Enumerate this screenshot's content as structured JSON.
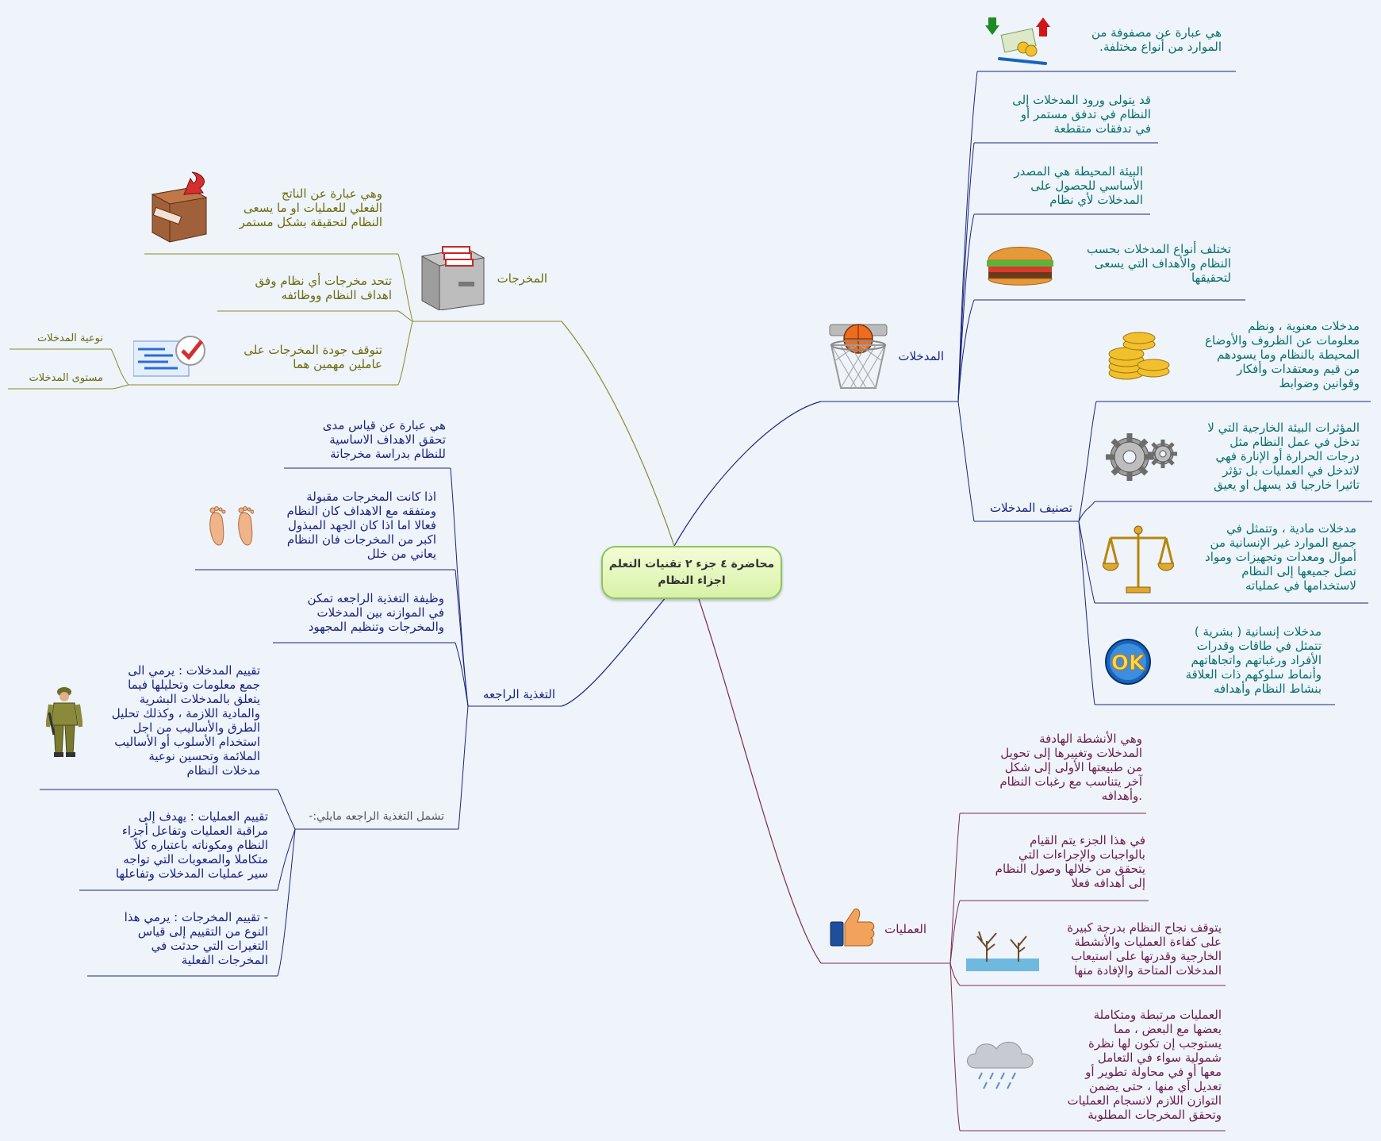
{
  "center": {
    "line1": "محاضرة ٤ جزء ٢ تقنيات التعلم",
    "line2": "اجزاء النظام"
  },
  "inputs": {
    "label": "المدخلات",
    "items": [
      {
        "lines": [
          "هي عبارة عن مصفوفة من",
          "الموارد من أنواع مختلفة."
        ]
      },
      {
        "lines": [
          "قد يتولى ورود المدخلات إلى",
          "النظام في تدفق مستمر أو",
          "في تدفقات متقطعة"
        ]
      },
      {
        "lines": [
          "البيئة المحيطة هي المصدر",
          "الأساسي للحصول على",
          "المدخلات لأي نظام"
        ]
      },
      {
        "lines": [
          "تختلف أنواع المدخلات بحسب",
          "النظام والأهداف التي يسعى",
          "لتحقيقها"
        ]
      }
    ],
    "classification": {
      "label": "تصنيف المدخلات",
      "items": [
        {
          "lines": [
            "مدخلات معنوية ، ونظم",
            "معلومات عن الظروف والأوضاع",
            "المحيطة بالنظام وما يسودهم",
            "من قيم ومعتقدات وأفكار",
            "وقوانين وضوابط"
          ]
        },
        {
          "lines": [
            "المؤثرات البيئة الخارجية التي لا",
            "تدخل في عمل النظام مثل",
            "درجات الحرارة أو الإنارة  فهي",
            "لاتدخل في العمليات بل تؤثر",
            "تاثيرا خارجيا قد يسهل او يعيق"
          ]
        },
        {
          "lines": [
            "مدخلات مادية ، وتتمثل في",
            "جميع الموارد غير الإنسانية من",
            "أموال ومعدات وتجهيزات ومواد",
            "تصل جميعها إلى النظام",
            "لاستخدامها في عملياته"
          ]
        },
        {
          "lines": [
            "مدخلات إنسانية ( بشرية )",
            "تتمثل في طاقات وقدرات",
            "الأفراد ورغباتهم واتجاهاتهم",
            "وأنماط سلوكهم ذات العلاقة",
            "بنشاط النظام وأهدافه"
          ]
        }
      ]
    }
  },
  "processes": {
    "label": "العمليات",
    "items": [
      {
        "lines": [
          "وهي الأنشطة الهادفة",
          "المدخلات وتغييرها   إلى تحويل",
          "من طبيعتها الأولى إلى شكل",
          "آخر يتناسب مع رغبات النظام",
          ".وأهدافه"
        ]
      },
      {
        "lines": [
          "في هذا الجزء يتم القيام",
          "بالواجبات والإجراءات التي",
          "يتحقق من خلالها وصول النظام",
          "إلى أهدافه فعلا"
        ]
      },
      {
        "lines": [
          "يتوقف نجاح النظام بدرجة كبيرة",
          "على كفاءة العمليات والأنشطة",
          "الخارجية وقدرتها على استيعاب",
          "المدخلات المتاحة والإفادة منها"
        ]
      },
      {
        "lines": [
          "العمليات مرتبطة ومتكاملة",
          "بعضها مع البعض ، مما",
          "يستوجب إن تكون لها نظرة",
          "شمولية  سواء في التعامل",
          "معها أو في محاولة تطوير أو",
          "تعديل أي منها ، حتى يضمن",
          "التوازن اللازم لانسجام العمليات",
          "وتحقق المخرجات المطلوبة"
        ]
      }
    ]
  },
  "outputs": {
    "label": "المخرجات",
    "items": [
      {
        "lines": [
          "وهي عبارة عن الناتج",
          "الفعلي للعمليات او ما يسعى",
          "النظام لتحقيقة بشكل مستمر"
        ]
      },
      {
        "lines": [
          "تتحد مخرجات أي نظام وفق",
          "اهداف النظام ووظائفه"
        ]
      },
      {
        "lines": [
          "تتوقف  جودة المخرجات على",
          "عاملين مهمين هما"
        ]
      }
    ],
    "factors": [
      "نوعية المدخلات",
      "مستوى المدخلات"
    ]
  },
  "feedback": {
    "label": "التغذية الراجعه",
    "items": [
      {
        "lines": [
          "هي عبارة عن قياس مدى",
          "تحقق الاهداف الاساسية",
          "للنظام بدراسة مخرجاتة"
        ]
      },
      {
        "lines": [
          "اذا كانت المخرجات مقبولة",
          "ومتفقه مع الاهداف كان النظام",
          "فعالا اما اذا كان الجهد المبذول",
          "اكبر من المخرجات فان النظام",
          "يعاني من خلل"
        ]
      },
      {
        "lines": [
          "وظيفة التغذية الراجعه تمكن",
          "في الموازنه بين المدخلات",
          "والمخرجات وتنظيم المجهود"
        ]
      }
    ],
    "includes": {
      "label": "تشمل التغذية الراجعه مايلي:-",
      "items": [
        {
          "lines": [
            "تقييم المدخلات : يرمي الى",
            "جمع معلومات وتحليلها فيما",
            "يتعلق بالمدخلات البشرية",
            "والمادية اللازمة ، وكذلك تحليل",
            "الطرق والأساليب من اجل",
            "استخدام الأسلوب أو الأساليب",
            "الملائمة وتحسين نوعية",
            "مدخلات النظام"
          ]
        },
        {
          "lines": [
            "تقييم العمليات : يهدف إلى",
            "مراقبة العمليات وتفاعل أجزاء",
            "النظام ومكوناته باعتباره كلاً",
            "متكاملا والصعوبات التي تواجه",
            "سير عمليات المدخلات وتفاعلها"
          ]
        },
        {
          "lines": [
            "- تقييم المخرجات : يرمي هذا",
            "النوع من التقييم إلى قياس",
            "التغيرات التي حدثت في",
            "المخرجات الفعلية"
          ]
        }
      ]
    }
  },
  "icons": [
    "basketball-hoop-icon",
    "money-icon",
    "hamburger-icon",
    "coins-icon",
    "gears-icon",
    "scales-icon",
    "ok-icon",
    "thumbs-up-icon",
    "trees-icon",
    "cloud-icon",
    "import-box-icon",
    "file-cabinet-icon",
    "checklist-icon",
    "footprints-icon",
    "soldier-icon"
  ],
  "colors": {
    "inputs": "#1a237e",
    "processes": "#7a2a55",
    "outputs": "#8a8a2a",
    "feedback": "#1a237e",
    "center_fill": "#dff5b8",
    "background": "#eef4fa"
  }
}
